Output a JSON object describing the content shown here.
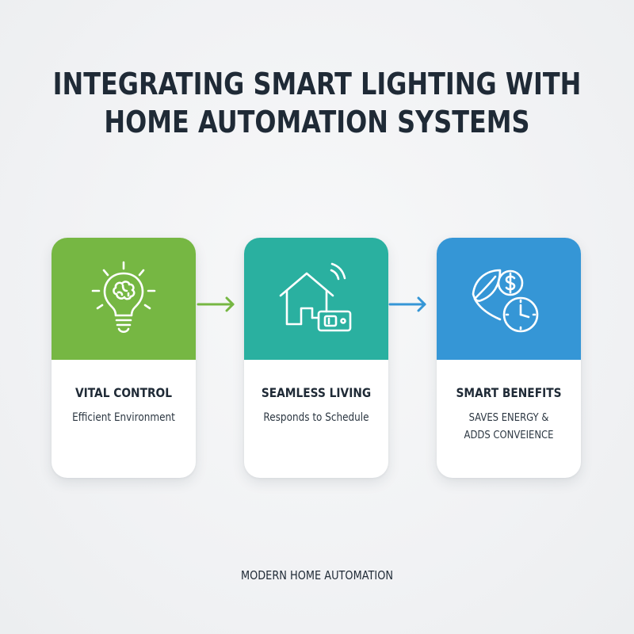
{
  "title": {
    "line1": "INTEGRATING SMART LIGHTING WITH",
    "line2": "HOME AUTOMATION SYSTEMS"
  },
  "cards": [
    {
      "heading": "VITAL CONTROL",
      "sub_line1": "Efficient Environment",
      "sub_line2": "",
      "icon": "smart-bulb-icon",
      "color": "#76b743"
    },
    {
      "heading": "SEAMLESS LIVING",
      "sub_line1": "Responds to Schedule",
      "sub_line2": "",
      "icon": "smart-home-icon",
      "color": "#2ab0a0"
    },
    {
      "heading": "SMART BENEFITS",
      "sub_line1": "SAVES ENERGY &",
      "sub_line2": "ADDS CONVEIENCE",
      "icon": "savings-clock-icon",
      "color": "#3596d6"
    }
  ],
  "arrows": [
    {
      "icon": "arrow-right-icon",
      "color": "#76b743"
    },
    {
      "icon": "arrow-right-icon",
      "color": "#3596d6"
    }
  ],
  "footer": "MODERN HOME AUTOMATION"
}
